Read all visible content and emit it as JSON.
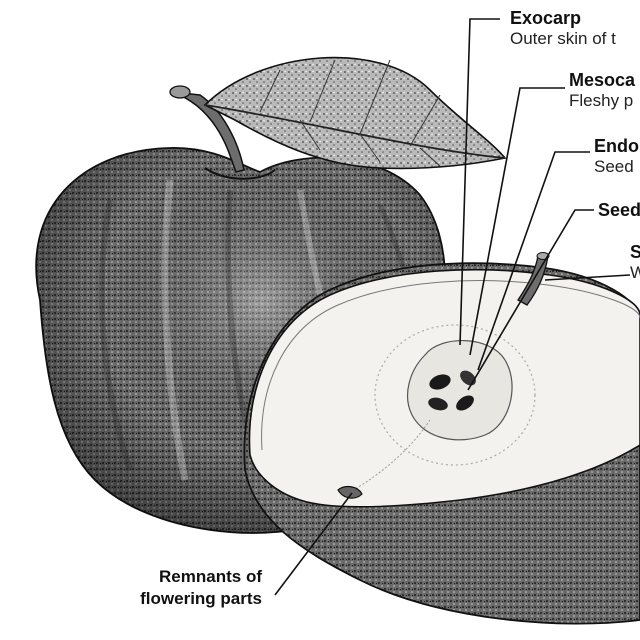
{
  "labels": {
    "exocarp": {
      "term": "Exocarp",
      "desc": "Outer skin of t"
    },
    "mesocarp": {
      "term": "Mesoca",
      "desc": "Fleshy p"
    },
    "endocarp": {
      "term": "Endo",
      "desc": "Seed"
    },
    "seed": {
      "term": "Seed"
    },
    "stem": {
      "term": "S",
      "desc": "W"
    },
    "remnants": {
      "line1": "Remnants of",
      "line2": "flowering parts"
    }
  },
  "colors": {
    "ink": "#111111",
    "shade": "#555555",
    "flesh": "#f4f2ee",
    "paper": "#ffffff"
  }
}
